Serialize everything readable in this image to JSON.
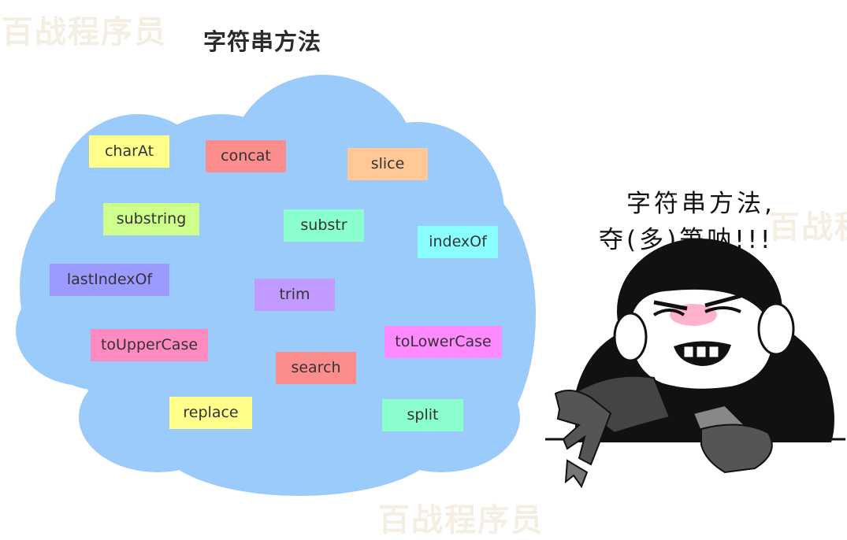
{
  "title": "字符串方法",
  "watermark": "百战程序员",
  "cloud": {
    "fill": "#9bcbfb",
    "methods": [
      {
        "label": "charAt",
        "color": "#ffff8a"
      },
      {
        "label": "concat",
        "color": "#fc8d8d"
      },
      {
        "label": "slice",
        "color": "#ffc894"
      },
      {
        "label": "substring",
        "color": "#cdff8a"
      },
      {
        "label": "substr",
        "color": "#8affcd"
      },
      {
        "label": "indexOf",
        "color": "#8affff"
      },
      {
        "label": "lastIndexOf",
        "color": "#9a9aff"
      },
      {
        "label": "trim",
        "color": "#c29aff"
      },
      {
        "label": "toUpperCase",
        "color": "#ff8ac2"
      },
      {
        "label": "toLowerCase",
        "color": "#ff8aff"
      },
      {
        "label": "search",
        "color": "#fc8d8d"
      },
      {
        "label": "replace",
        "color": "#ffff8a"
      },
      {
        "label": "split",
        "color": "#8affcd"
      }
    ]
  },
  "meme": {
    "line1": "字符串方法,",
    "line2": "夺(多)笋呐!!!"
  }
}
